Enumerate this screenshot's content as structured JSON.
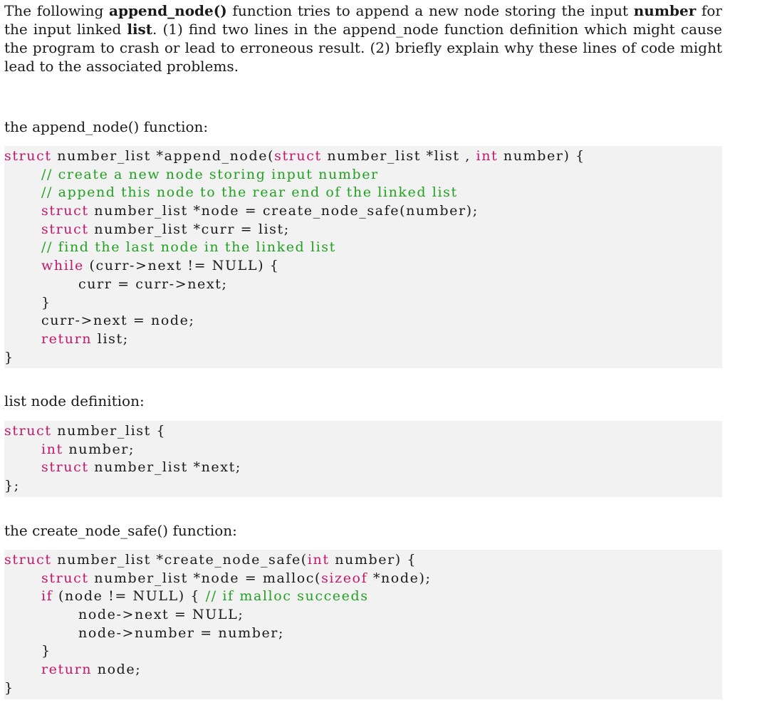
{
  "intro": {
    "t1": "The following ",
    "fn_name": "append_node()",
    "t2": " function tries to append a new node storing the input ",
    "number_word": "number",
    "t3": " for the input linked ",
    "list_word": "list",
    "t4": ". (1) find two lines in the append_node function definition which might cause the program to crash or lead to erroneous result. (2) briefly explain why these lines of code might lead to the associated problems."
  },
  "labels": {
    "append_fn": "the append_node() function:",
    "list_def": "list node definition:",
    "create_fn": "the create_node_safe() function:"
  },
  "code_append": {
    "l1_kw1": "struct",
    "l1_a": " number_list *append_node(",
    "l1_kw2": "struct",
    "l1_b": " number_list *list , ",
    "l1_kw3": "int",
    "l1_c": " number) {",
    "l2_cm": "// create a new node storing input number",
    "l3_cm": "// append this node to the rear end of the linked list",
    "l4_kw": "struct",
    "l4_a": " number_list *node = create_node_safe(number);",
    "l5_kw": "struct",
    "l5_a": " number_list *curr = list;",
    "l6_cm": "// find the last node in the linked list",
    "l7_kw": "while",
    "l7_a": " (curr->next != NULL) {",
    "l8_a": "curr = curr->next;",
    "l9_a": "}",
    "l10_a": "curr->next = node;",
    "l11_kw": "return",
    "l11_a": " list;",
    "l12_a": "}"
  },
  "code_struct": {
    "l1_kw": "struct",
    "l1_a": " number_list {",
    "l2_kw": "int",
    "l2_a": " number;",
    "l3_kw": "struct",
    "l3_a": " number_list *next;",
    "l4_a": "};"
  },
  "code_create": {
    "l1_kw1": "struct",
    "l1_a": " number_list *create_node_safe(",
    "l1_kw2": "int",
    "l1_b": " number) {",
    "l2_kw1": "struct",
    "l2_a": " number_list *node = malloc(",
    "l2_kw2": "sizeof",
    "l2_b": " *node);",
    "l3_kw": "if",
    "l3_a": " (node != NULL) { ",
    "l3_cm": "// if malloc succeeds",
    "l4_a": "node->next = NULL;",
    "l5_a": "node->number = number;",
    "l6_a": "}",
    "l7_kw": "return",
    "l7_a": " node;",
    "l8_a": "}"
  },
  "colors": {
    "keyword": "#c0196c",
    "comment": "#22a022",
    "code_background": "#f2f2f2"
  }
}
